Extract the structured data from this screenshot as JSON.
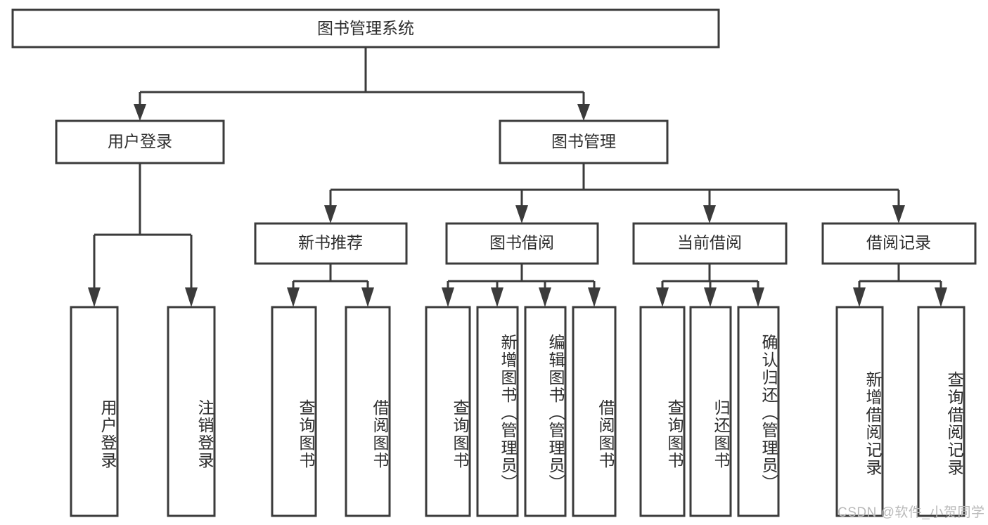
{
  "diagram": {
    "type": "tree",
    "title": "图书管理系统",
    "watermark": "CSDN @软件_小贺同学",
    "root": {
      "label": "图书管理系统"
    },
    "level2": [
      {
        "label": "用户登录"
      },
      {
        "label": "图书管理"
      }
    ],
    "level3": [
      {
        "label": "新书推荐"
      },
      {
        "label": "图书借阅"
      },
      {
        "label": "当前借阅"
      },
      {
        "label": "借阅记录"
      }
    ],
    "leaves": {
      "user_login": [
        {
          "label": "用户登录"
        },
        {
          "label": "注销登录"
        }
      ],
      "new_book_recommend": [
        {
          "label": "查询图书"
        },
        {
          "label": "借阅图书"
        }
      ],
      "book_borrow": [
        {
          "label": "查询图书"
        },
        {
          "label": "新增图书（管理员）"
        },
        {
          "label": "编辑图书（管理员）"
        },
        {
          "label": "借阅图书"
        }
      ],
      "current_borrow": [
        {
          "label": "查询图书"
        },
        {
          "label": "归还图书"
        },
        {
          "label": "确认归还（管理员）"
        }
      ],
      "borrow_record": [
        {
          "label": "新增借阅记录"
        },
        {
          "label": "查询借阅记录"
        }
      ]
    },
    "colors": {
      "box_stroke": "#3b3b3b",
      "box_fill": "#ffffff",
      "text": "#2d2d2d",
      "watermark": "#b9b9b9",
      "background": "#ffffff"
    }
  }
}
